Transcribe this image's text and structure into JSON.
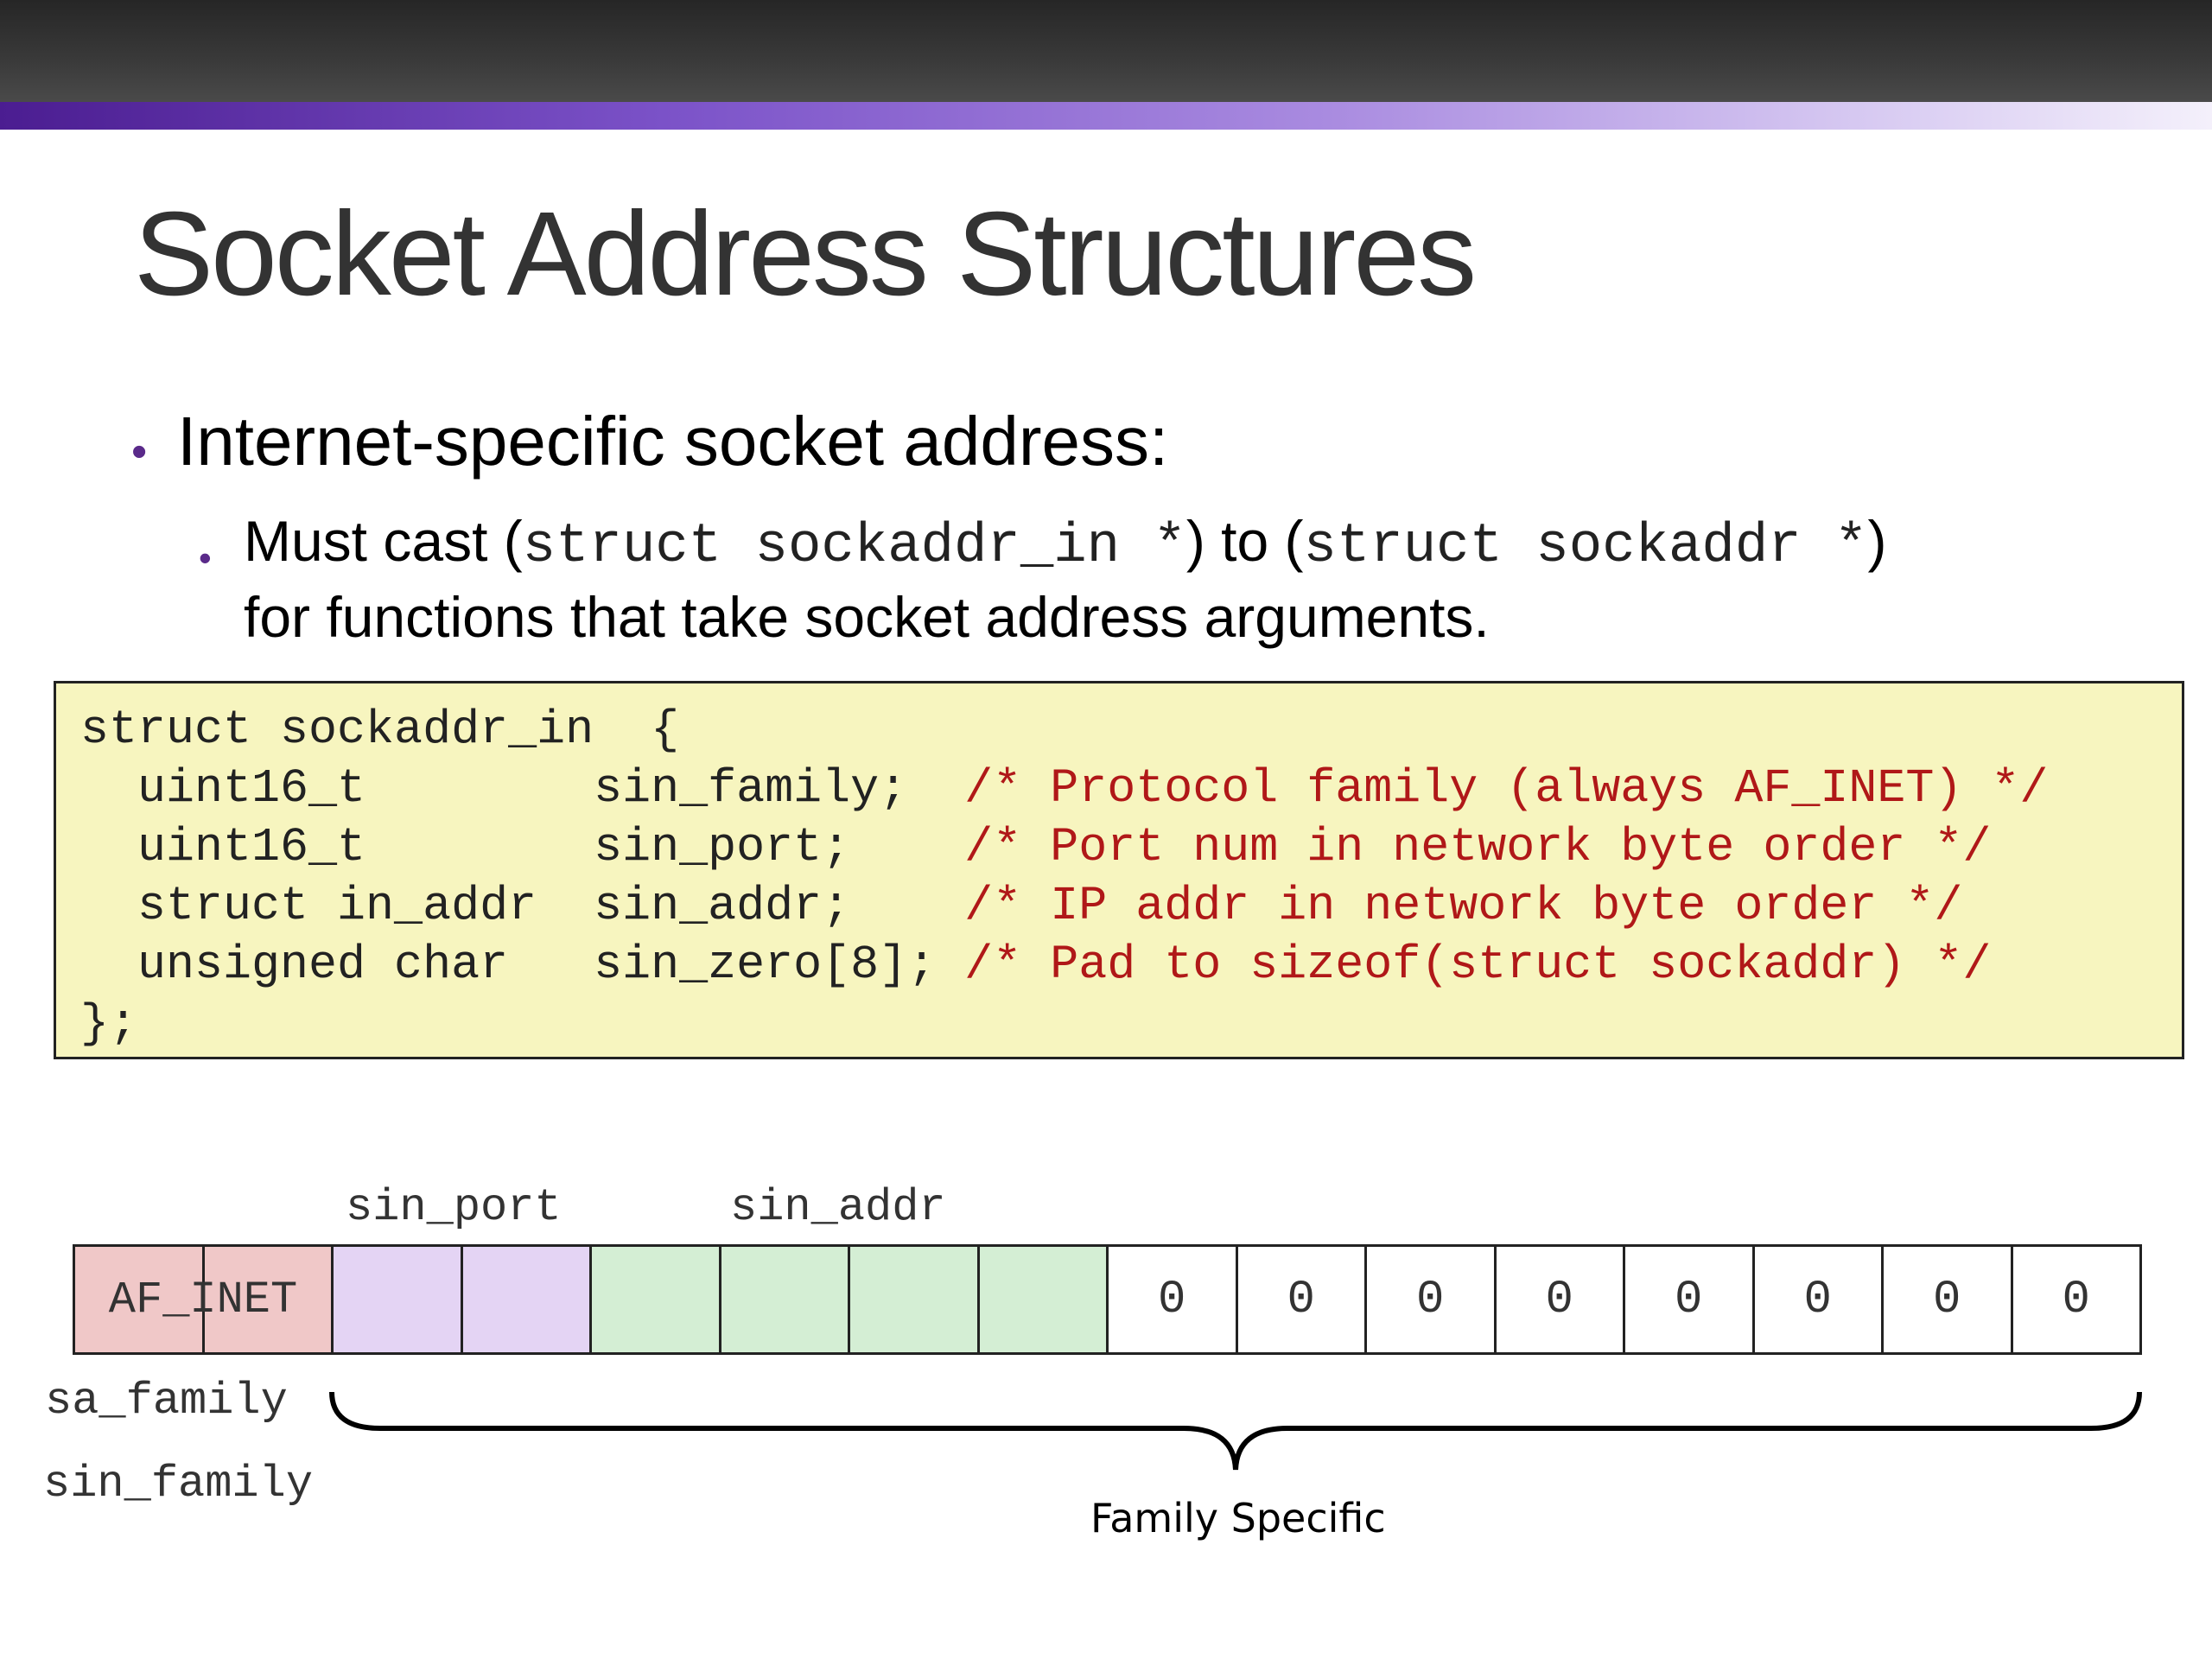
{
  "slide": {
    "title": "Socket Address Structures",
    "bullet1": "Internet-specific socket address:",
    "bullet2": {
      "part1": "Must cast (",
      "code1": "struct sockaddr_in *",
      "part2": ") to (",
      "code2": "struct sockaddr *",
      "part3": ")",
      "line2": "for functions that take socket address arguments."
    },
    "bullet_glyph": "•"
  },
  "code": {
    "lines": [
      {
        "code": "struct sockaddr_in  {",
        "comment": ""
      },
      {
        "code": "  uint16_t        sin_family;  ",
        "comment": "/* Protocol family (always AF_INET) */"
      },
      {
        "code": "  uint16_t        sin_port;    ",
        "comment": "/* Port num in network byte order */"
      },
      {
        "code": "  struct in_addr  sin_addr;    ",
        "comment": "/* IP addr in network byte order */"
      },
      {
        "code": "  unsigned char   sin_zero[8]; ",
        "comment": "/* Pad to sizeof(struct sockaddr) */"
      },
      {
        "code": "};",
        "comment": ""
      }
    ],
    "comment_color": "#b01818",
    "background": "#f7f5bf"
  },
  "diagram": {
    "label_sin_port": "sin_port",
    "label_sin_addr": "sin_addr",
    "label_sa_family": "sa_family",
    "label_sin_family": "sin_family",
    "family_specific": "Family Specific",
    "af_inet": "AF_INET",
    "cells": [
      {
        "text": "",
        "kind": "family"
      },
      {
        "text": "",
        "kind": "family"
      },
      {
        "text": "",
        "kind": "port"
      },
      {
        "text": "",
        "kind": "port"
      },
      {
        "text": "",
        "kind": "addr"
      },
      {
        "text": "",
        "kind": "addr"
      },
      {
        "text": "",
        "kind": "addr"
      },
      {
        "text": "",
        "kind": "addr"
      },
      {
        "text": "0",
        "kind": "zero"
      },
      {
        "text": "0",
        "kind": "zero"
      },
      {
        "text": "0",
        "kind": "zero"
      },
      {
        "text": "0",
        "kind": "zero"
      },
      {
        "text": "0",
        "kind": "zero"
      },
      {
        "text": "0",
        "kind": "zero"
      },
      {
        "text": "0",
        "kind": "zero"
      },
      {
        "text": "0",
        "kind": "zero"
      }
    ],
    "colors": {
      "family": "#f0c8c8",
      "port": "#e4d4f4",
      "addr": "#d4eed4",
      "zero": "#ffffff"
    }
  }
}
